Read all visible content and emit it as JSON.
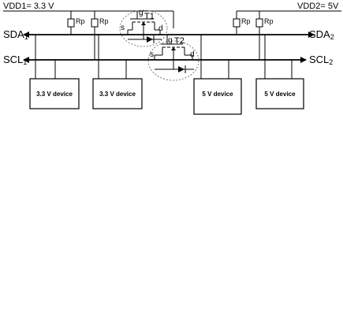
{
  "rails": {
    "vdd1": "VDD1= 3.3 V",
    "vdd2": "VDD2= 5V"
  },
  "resistors": {
    "label": "Rp"
  },
  "buses": {
    "sda1": {
      "main": "SDA",
      "sub": "1"
    },
    "sda2": {
      "main": "SDA",
      "sub": "2"
    },
    "scl1": {
      "main": "SCL",
      "sub": "1"
    },
    "scl2": {
      "main": "SCL",
      "sub": "2"
    }
  },
  "transistors": {
    "t1": {
      "name": "T1",
      "gate": "g",
      "source": "s",
      "drain": "d"
    },
    "t2": {
      "name": "T2",
      "gate": "g",
      "source": "s",
      "drain": "d"
    }
  },
  "devices": [
    {
      "label": "3.3 V device"
    },
    {
      "label": "3.3 V device"
    },
    {
      "label": "5 V device"
    },
    {
      "label": "5 V device"
    }
  ]
}
